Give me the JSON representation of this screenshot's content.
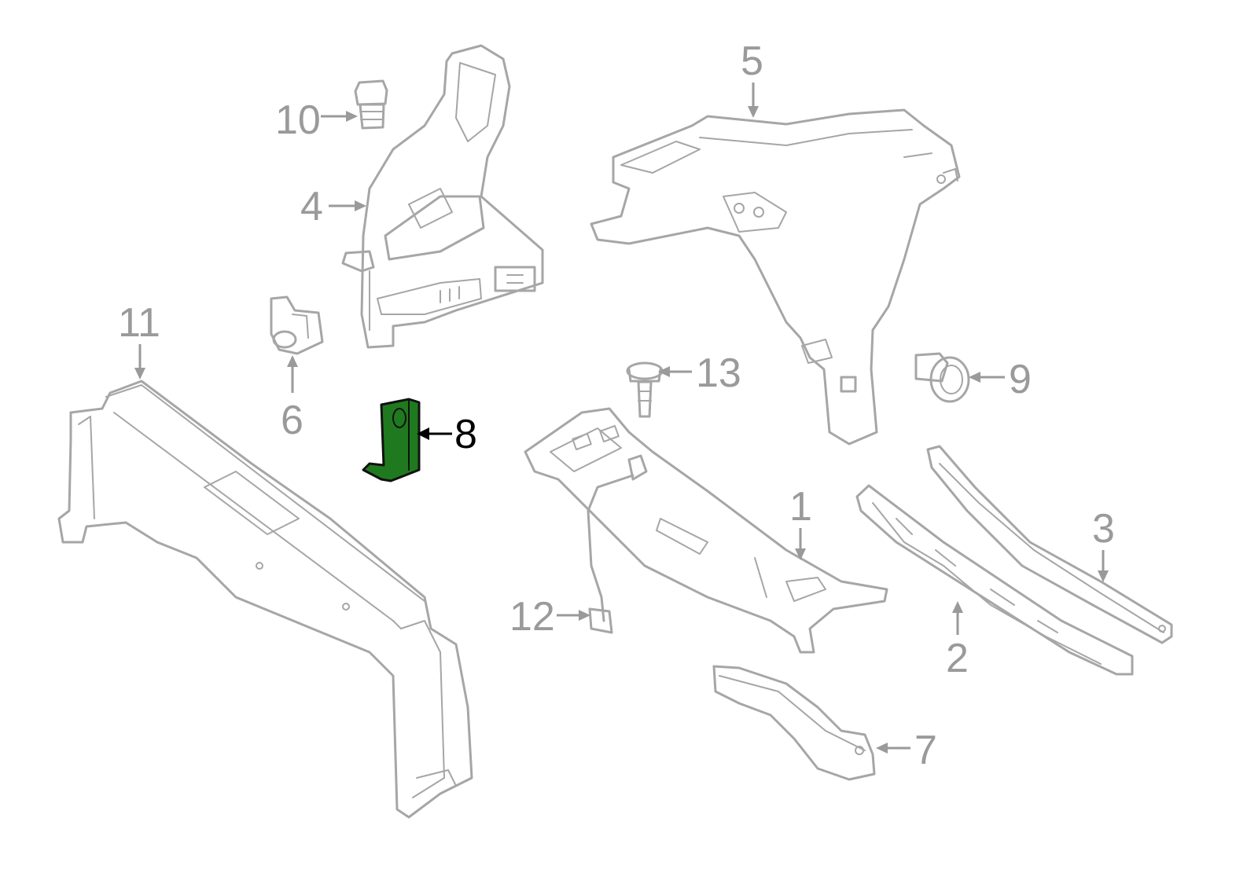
{
  "colors": {
    "line": "#a6a6a6",
    "label": "#9a9a9a",
    "highlight_fill": "#1f7a1f",
    "highlight_label": "#000000"
  },
  "highlighted_part": "8",
  "callouts": {
    "c1": "1",
    "c2": "2",
    "c3": "3",
    "c4": "4",
    "c5": "5",
    "c6": "6",
    "c7": "7",
    "c8": "8",
    "c9": "9",
    "c10": "10",
    "c11": "11",
    "c12": "12",
    "c13": "13"
  }
}
